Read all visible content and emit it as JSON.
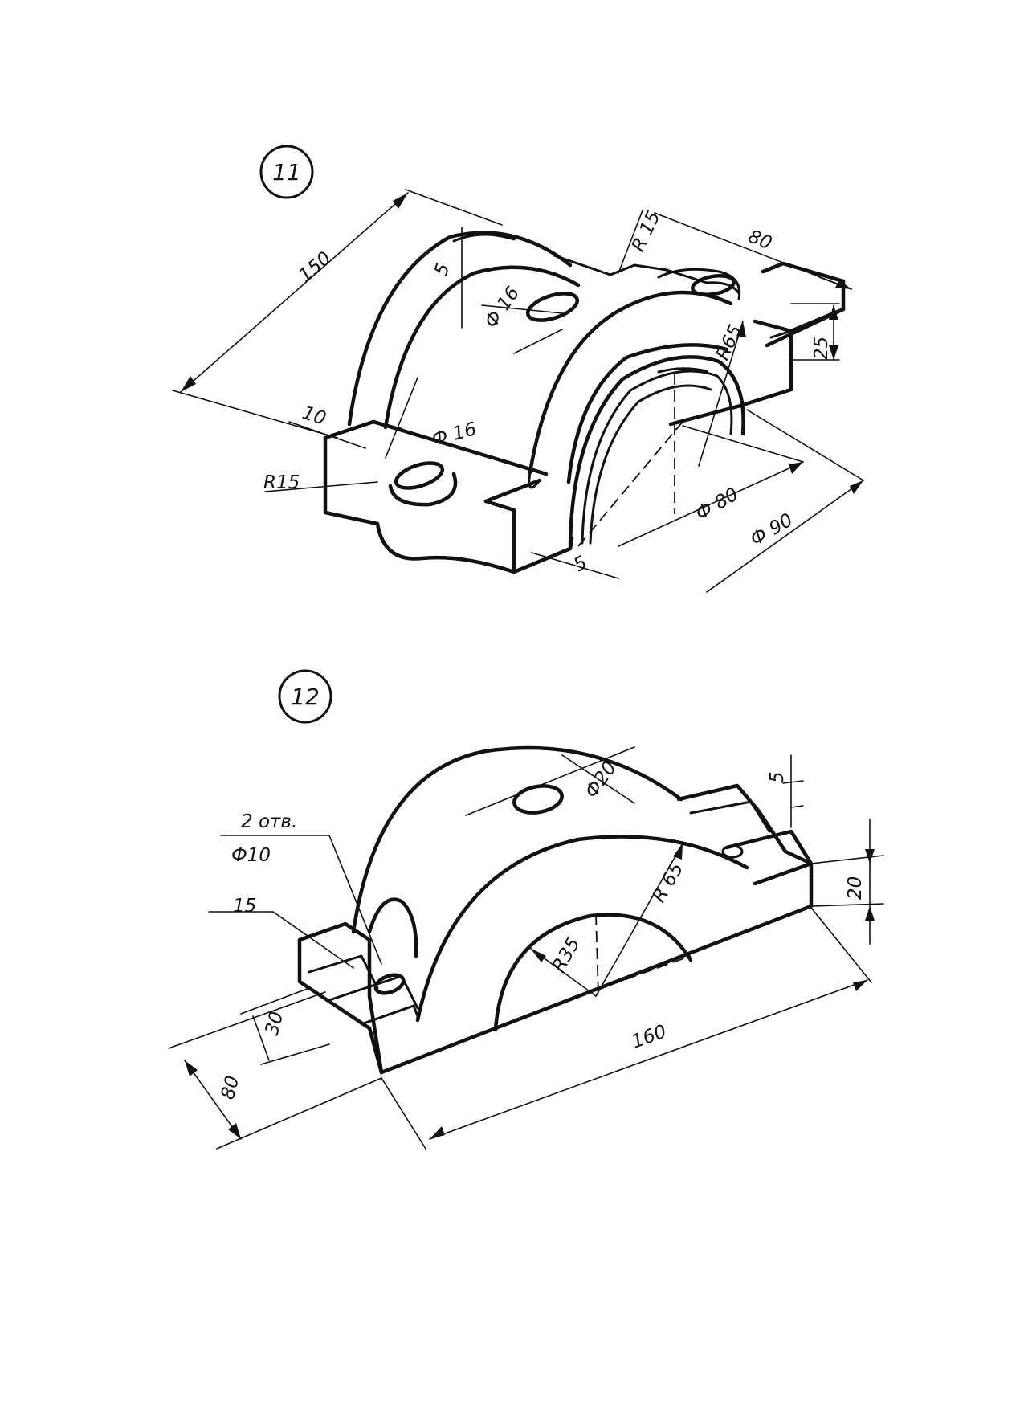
{
  "figure_11": {
    "number": "11",
    "dims": {
      "length": "150",
      "width": "80",
      "height": "25",
      "slot": "10",
      "hole_top": "Ф 16",
      "hole_side": "Ф 16",
      "lug_radius_left": "R15",
      "lug_radius_right": "R 15",
      "outer_radius": "R65",
      "inner_dia": "Ф 80",
      "outer_dia": "Ф 90",
      "collar": "5",
      "rib": "5"
    }
  },
  "figure_12": {
    "number": "12",
    "dims": {
      "holes_note": "2 отв.",
      "holes_dia": "Ф10",
      "lug": "15",
      "lug_depth": "30",
      "width": "80",
      "length": "160",
      "height": "20",
      "notch": "5",
      "top_hole": "Ф20",
      "outer_radius": "R 65",
      "inner_radius": "R35"
    }
  }
}
